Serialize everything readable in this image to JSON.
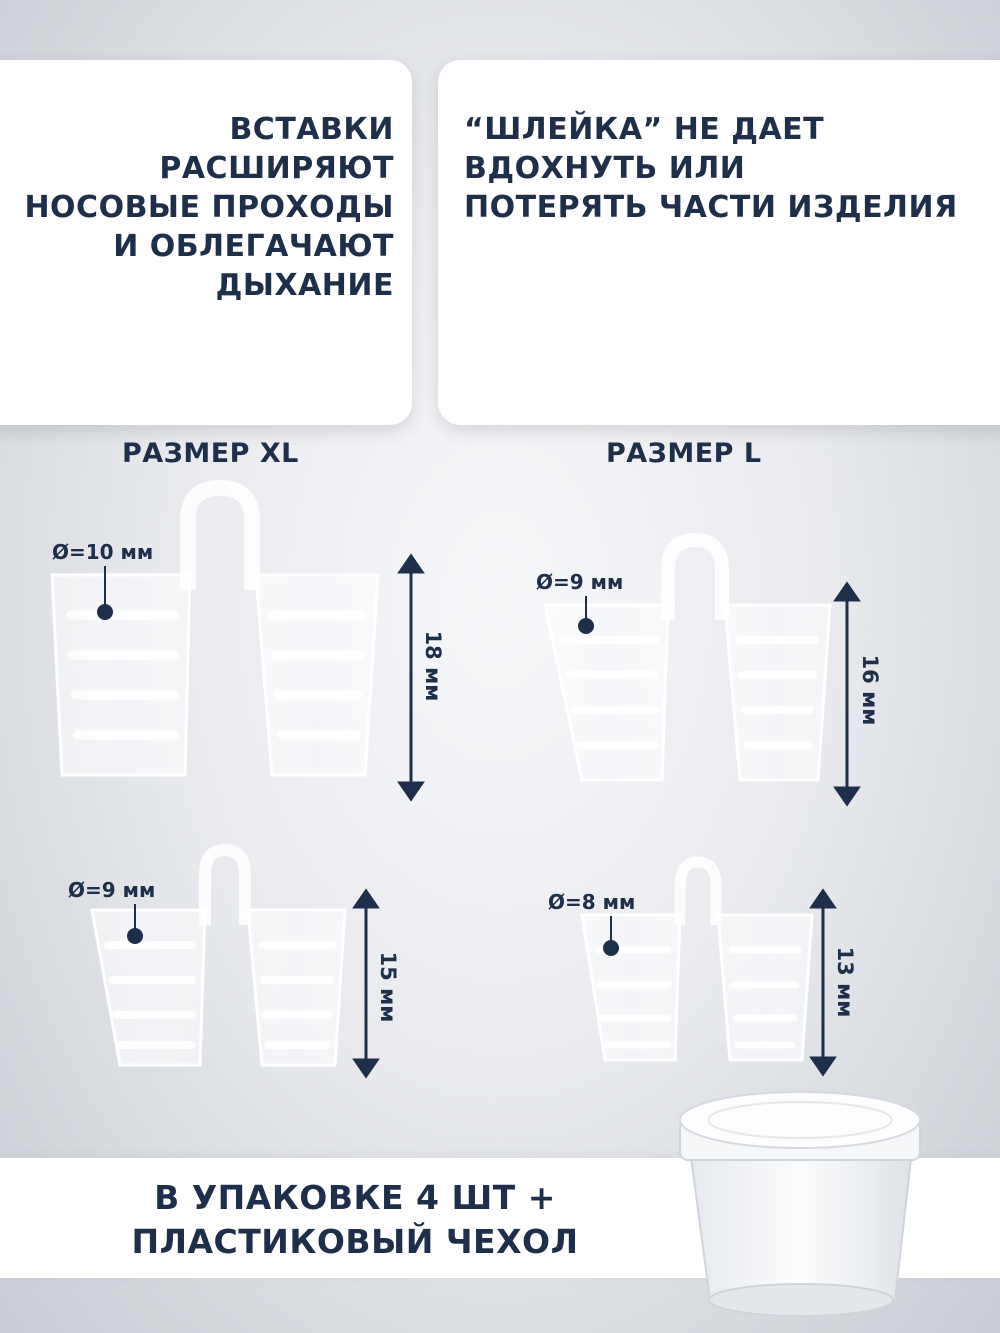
{
  "cards": {
    "left_text": "ВСТАВКИ\nРАСШИРЯЮТ\nНОСОВЫЕ ПРОХОДЫ\nИ ОБЛЕГАЧАЮТ\nДЫХАНИЕ",
    "right_text": "“ШЛЕЙКА” НЕ ДАЕТ\nВДОХНУТЬ ИЛИ\nПОТЕРЯТЬ ЧАСТИ ИЗДЕЛИЯ"
  },
  "sizes": {
    "xl_title": "РАЗМЕР XL",
    "l_title": "РАЗМЕР L"
  },
  "inserts": [
    {
      "diameter": "Ø=10 мм",
      "length": "18 мм"
    },
    {
      "diameter": "Ø=9 мм",
      "length": "16 мм"
    },
    {
      "diameter": "Ø=9 мм",
      "length": "15 мм"
    },
    {
      "diameter": "Ø=8 мм",
      "length": "13 мм"
    }
  ],
  "bottom": {
    "text": "В УПАКОВКЕ 4 ШТ +\nПЛАСТИКОВЫЙ ЧЕХОЛ"
  },
  "colors": {
    "text": "#1d2f4a",
    "card": "#ffffff"
  }
}
